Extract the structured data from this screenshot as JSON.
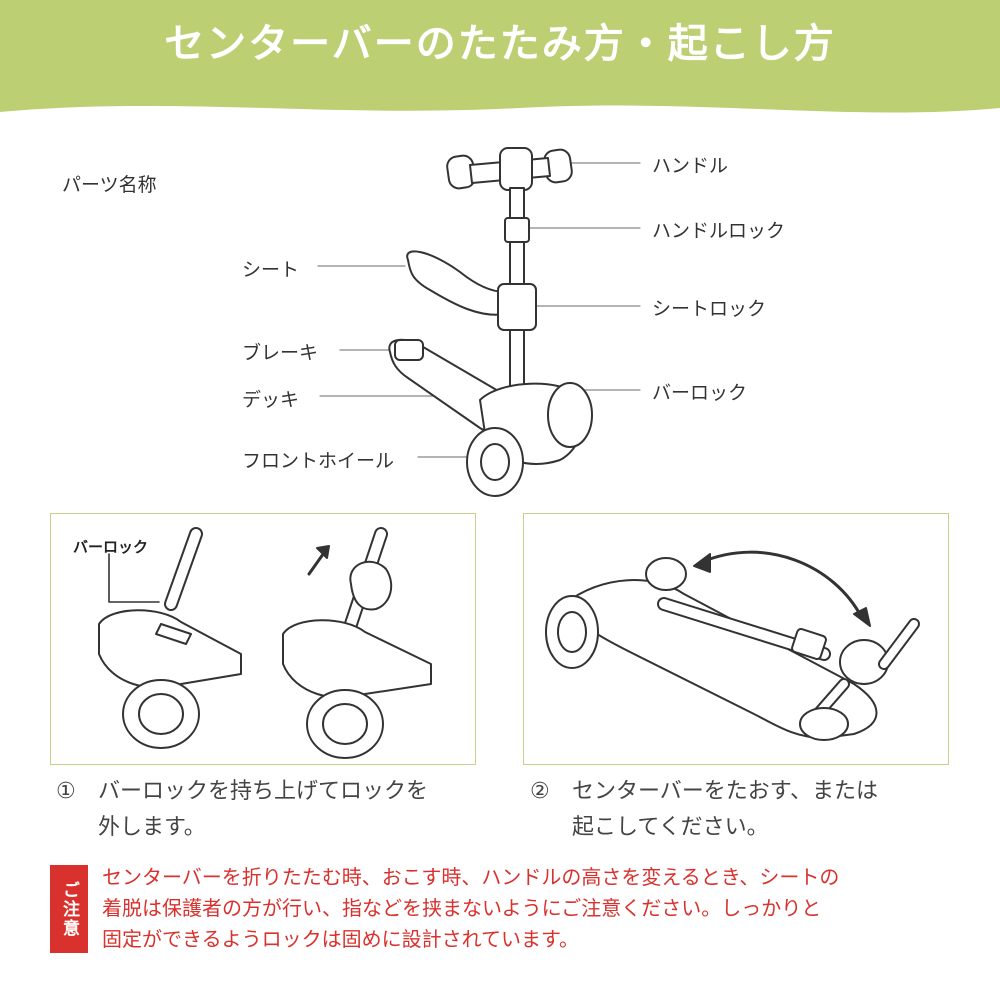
{
  "header": {
    "title": "センターバーのたたみ方・起こし方",
    "bg_color": "#bccf72"
  },
  "parts": {
    "title": "パーツ名称",
    "labels": {
      "handle": "ハンドル",
      "handle_lock": "ハンドルロック",
      "seat_lock": "シートロック",
      "bar_lock": "バーロック",
      "seat": "シート",
      "brake": "ブレーキ",
      "deck": "デッキ",
      "front_wheel": "フロントホイール"
    }
  },
  "panels": {
    "left": {
      "callout": "バーロック"
    },
    "border_color": "#c2d48a"
  },
  "steps": [
    {
      "num": "①",
      "line1": "バーロックを持ち上げてロックを",
      "line2": "外します。"
    },
    {
      "num": "②",
      "line1": "センターバーをたおす、または",
      "line2": "起こしてください。"
    }
  ],
  "caution": {
    "badge": "ご注意",
    "lines": [
      "センターバーを折りたたむ時、おこす時、ハンドルの高さを変えるとき、シートの",
      "着脱は保護者の方が行い、指などを挟まないようにご注意ください。しっかりと",
      "固定ができるようロックは固めに設計されています。"
    ],
    "color": "#d9322e"
  }
}
